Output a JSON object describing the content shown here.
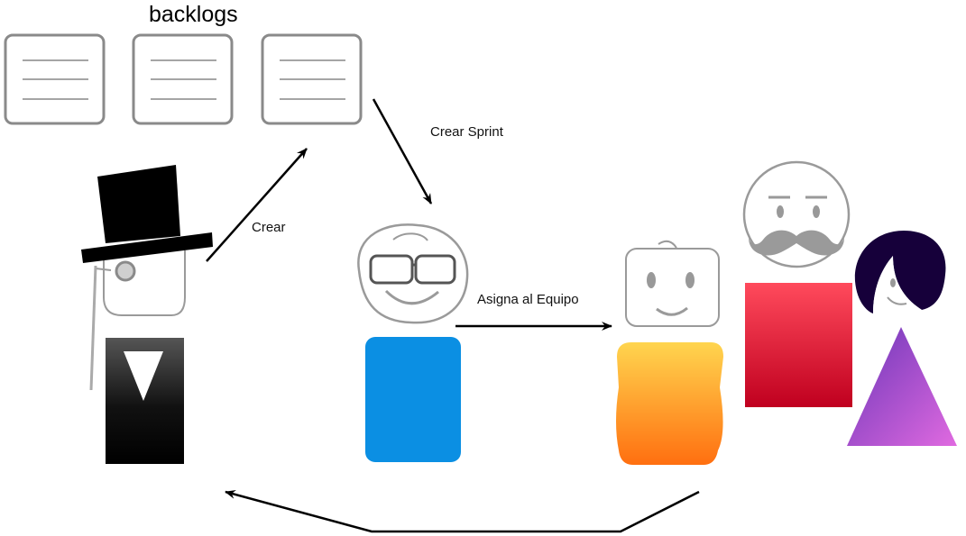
{
  "title": "backlogs",
  "backlog_cards": [
    {
      "icon": "document-lines-icon"
    },
    {
      "icon": "document-lines-icon"
    },
    {
      "icon": "document-lines-icon"
    }
  ],
  "arrows": {
    "create": "Crear",
    "create_sprint": "Crear Sprint",
    "assign_team": "Asigna al Equipo"
  },
  "actors": [
    {
      "name": "product-owner",
      "icon": "top-hat-gentleman-icon"
    },
    {
      "name": "scrum-master",
      "icon": "glasses-face-icon"
    },
    {
      "name": "team-member-1",
      "icon": "square-face-icon"
    },
    {
      "name": "team-member-2",
      "icon": "mustache-face-icon"
    },
    {
      "name": "team-member-3",
      "icon": "dark-hair-face-icon"
    }
  ],
  "colors": {
    "card_border": "#8a8a8a",
    "sketch": "#9a9a9a",
    "blue_body": "#0b8fe3",
    "yellow_top": "#ffd54f",
    "orange_bottom": "#ff6f10",
    "red_top": "#ff4a5c",
    "red_bottom": "#c0001f",
    "purple_left": "#6a35b8",
    "purple_right": "#e06ae0",
    "hair": "#16003a"
  }
}
